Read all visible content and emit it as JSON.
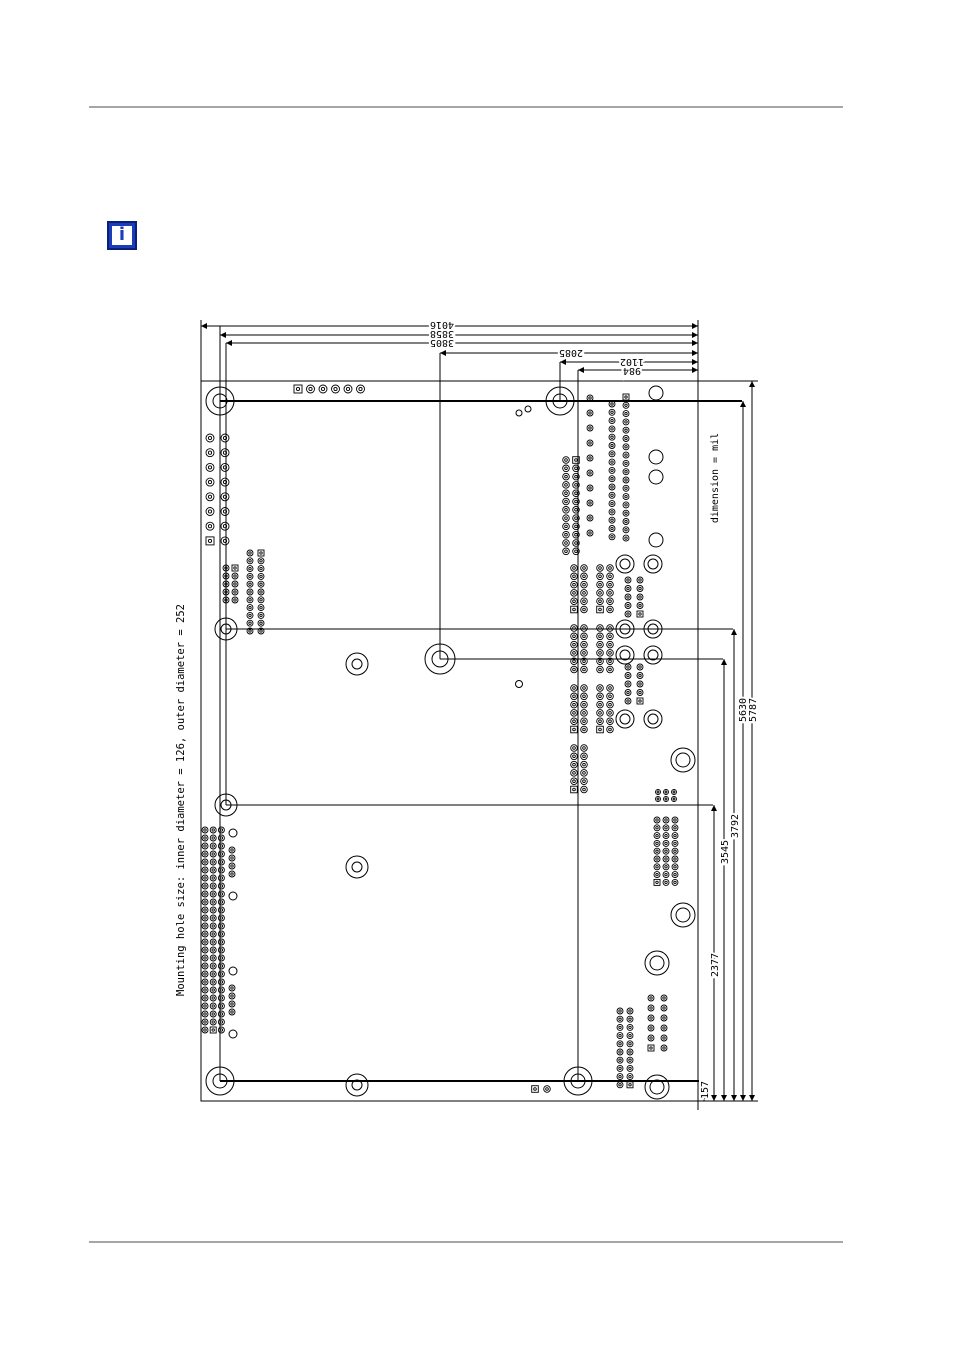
{
  "info_icon": {
    "glyph": "i",
    "color": "#1b3db8"
  },
  "drawing": {
    "mounting_hole_note": "Mounting hole size: inner diameter = 126, outer diameter = 252",
    "unit_note": "dimension = mil",
    "horizontal_dims": [
      "4016",
      "3858",
      "3805",
      "2085",
      "1102",
      "984"
    ],
    "vertical_dims": [
      "157",
      "2377",
      "3545",
      "3792",
      "5630",
      "5787"
    ]
  }
}
